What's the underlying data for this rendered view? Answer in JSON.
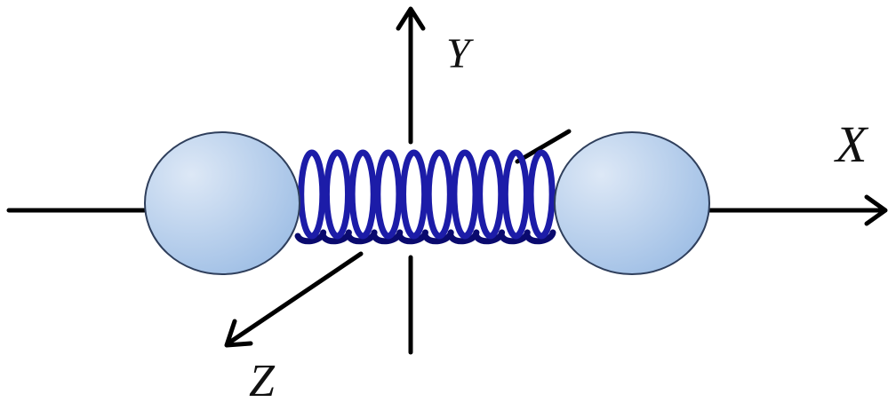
{
  "axes": {
    "x_label": "X",
    "y_label": "Y",
    "z_label": "Z"
  },
  "spring": {
    "coils": 10
  },
  "colors": {
    "axis": "#000000",
    "spring": "#1c1ca8",
    "spring_shade": "#0a0a6e",
    "atom_fill_light": "#dde8f6",
    "atom_fill_dark": "#9bbce4",
    "atom_stroke": "#2f3f5c",
    "label": "#111111"
  }
}
